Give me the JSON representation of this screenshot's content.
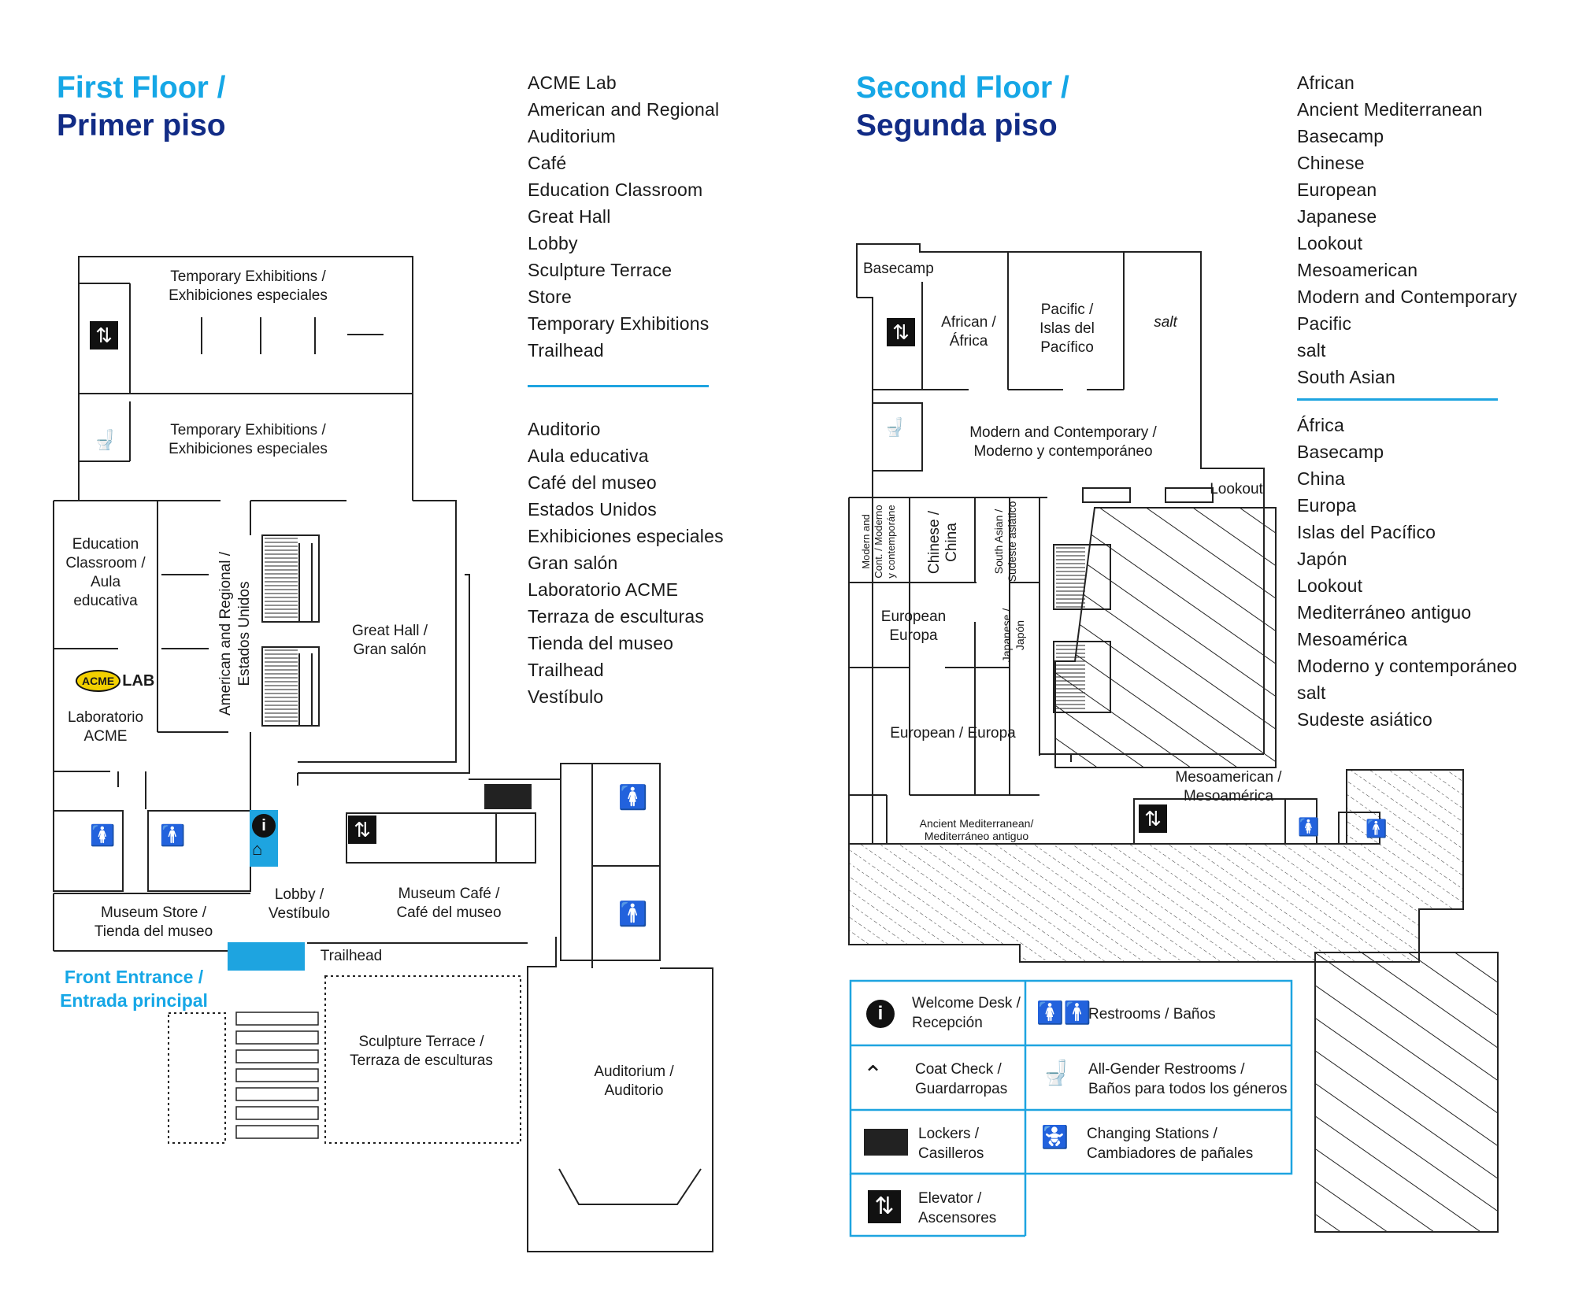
{
  "first_floor": {
    "title_en": "First Floor /",
    "title_es": "Primer piso",
    "directory_en": [
      "ACME Lab",
      "American and Regional",
      "Auditorium",
      "Café",
      "Education Classroom",
      "Great Hall",
      "Lobby",
      "Sculpture Terrace",
      "Store",
      "Temporary Exhibitions",
      "Trailhead"
    ],
    "directory_es": [
      "Auditorio",
      "Aula educativa",
      "Café del museo",
      "Estados Unidos",
      "Exhibiciones especiales",
      "Gran salón",
      "Laboratorio ACME",
      "Terraza de esculturas",
      "Tienda del museo",
      "Trailhead",
      "Vestíbulo"
    ],
    "rooms": {
      "temp1": [
        "Temporary Exhibitions /",
        "Exhibiciones especiales"
      ],
      "temp2": [
        "Temporary Exhibitions /",
        "Exhibiciones especiales"
      ],
      "education": [
        "Education",
        "Classroom /",
        "Aula",
        "educativa"
      ],
      "american": [
        "American and Regional /",
        "Estados Unidos"
      ],
      "great_hall": [
        "Great Hall /",
        "Gran salón"
      ],
      "acme_lab": [
        "Laboratorio",
        "ACME"
      ],
      "acme_logo_a": "ACME",
      "acme_logo_b": "LAB",
      "store": [
        "Museum Store /",
        "Tienda del museo"
      ],
      "lobby": [
        "Lobby /",
        "Vestíbulo"
      ],
      "cafe": [
        "Museum Café /",
        "Café del museo"
      ],
      "trailhead": "Trailhead",
      "entrance": [
        "Front Entrance /",
        "Entrada principal"
      ],
      "sculpture": [
        "Sculpture Terrace /",
        "Terraza de esculturas"
      ],
      "auditorium": [
        "Auditorium /",
        "Auditorio"
      ]
    }
  },
  "second_floor": {
    "title_en": "Second Floor /",
    "title_es": "Segunda piso",
    "directory_en": [
      "African",
      "Ancient Mediterranean",
      "Basecamp",
      "Chinese",
      "European",
      "Japanese",
      "Lookout",
      "Mesoamerican",
      "Modern and Contemporary",
      "Pacific",
      "salt",
      "South Asian"
    ],
    "directory_es": [
      "África",
      "Basecamp",
      "China",
      "Europa",
      "Islas del Pacífico",
      "Japón",
      "Lookout",
      "Mediterráneo antiguo",
      "Mesoamérica",
      "Moderno y contemporáneo",
      "salt",
      "Sudeste asiático"
    ],
    "rooms": {
      "basecamp": "Basecamp",
      "african": [
        "African /",
        "África"
      ],
      "pacific": [
        "Pacific /",
        "Islas del",
        "Pacífico"
      ],
      "salt": "salt",
      "modern": [
        "Modern and Contemporary /",
        "Moderno y contemporáneo"
      ],
      "lookout": "Lookout",
      "modern_small": [
        "Modern and",
        "Cont. / Moderno",
        "y contemporáne"
      ],
      "chinese": [
        "Chinese /",
        "China"
      ],
      "south_asian": [
        "South Asian /",
        "Sudeste asiático"
      ],
      "european1": [
        "European",
        "Europa"
      ],
      "japanese": [
        "Japanese /",
        "Japón"
      ],
      "european2": "European / Europa",
      "mesoamerican": [
        "Mesoamerican /",
        "Mesoamérica"
      ],
      "ancient": [
        "Ancient Mediterranean/",
        "Mediterráneo antiguo"
      ]
    }
  },
  "legend": {
    "welcome": [
      "Welcome Desk /",
      "Recepción"
    ],
    "restrooms": "Restrooms / Baños",
    "coat": [
      "Coat Check /",
      "Guardarropas"
    ],
    "allgender": [
      "All-Gender Restrooms /",
      "Baños para todos los géneros"
    ],
    "lockers": [
      "Lockers /",
      "Casilleros"
    ],
    "changing": [
      "Changing Stations /",
      "Cambiadores de pañales"
    ],
    "elevator": [
      "Elevator /",
      "Ascensores"
    ]
  },
  "colors": {
    "accent_blue": "#16a7e6",
    "dark_blue": "#122c86",
    "legend_border": "#1ea4e0"
  },
  "icons": [
    "elevator-icon",
    "toilet-icon",
    "women-icon",
    "men-icon",
    "changing-station-icon",
    "info-icon",
    "coat-hanger-icon",
    "lockers-icon"
  ]
}
